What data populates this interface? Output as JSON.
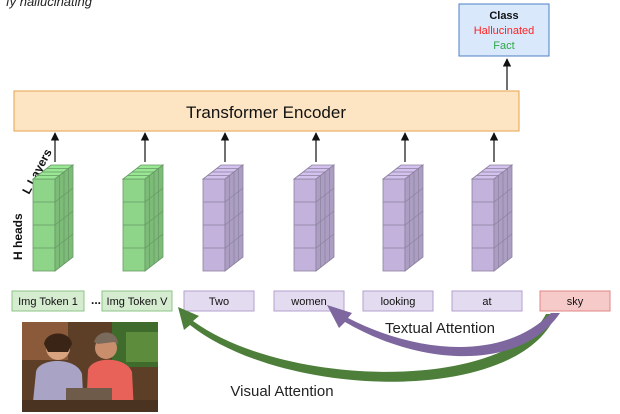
{
  "caption_fragment": "fy hallucinating",
  "classifier": {
    "title": "Class",
    "option_hallucinated": "Hallucinated",
    "option_fact": "Fact",
    "colors": {
      "hallucinated": "#ff2020",
      "fact": "#2ea84a"
    }
  },
  "encoder": {
    "label": "Transformer Encoder",
    "fill": "#fde5c3",
    "border": "#e6a24c"
  },
  "side_labels": {
    "layers": "L Layers",
    "heads": "H heads"
  },
  "tokens": [
    {
      "label": "Img Token 1",
      "kind": "image"
    },
    {
      "label": "Img Token V",
      "kind": "image"
    },
    {
      "label": "Two",
      "kind": "text"
    },
    {
      "label": "women",
      "kind": "text"
    },
    {
      "label": "looking",
      "kind": "text"
    },
    {
      "label": "at",
      "kind": "text"
    },
    {
      "label": "sky",
      "kind": "hallucinated"
    }
  ],
  "ellipsis": "...",
  "attention": {
    "textual": "Textual Attention",
    "visual": "Visual Attention"
  },
  "colors": {
    "image_block": "#8ed58a",
    "text_block": "#c3b3dc",
    "image_token_fill": "#d5ecd0",
    "text_token_fill": "#e3dbef",
    "hallucinated_token_fill": "#f7caca",
    "visual_arrow": "#4d7f3a",
    "textual_arrow": "#7d679e"
  },
  "photo": {
    "description_icon": "photo-two-women"
  }
}
